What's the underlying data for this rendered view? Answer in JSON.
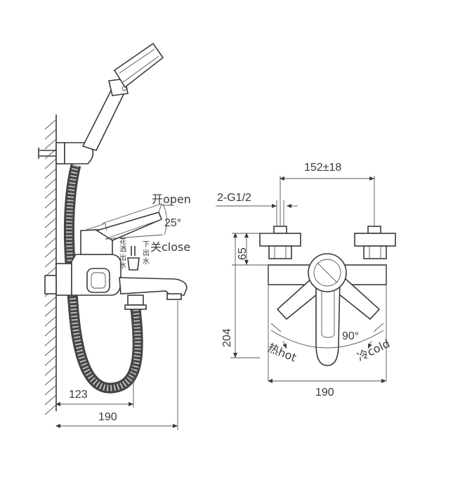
{
  "side_view": {
    "open_label": "开open",
    "angle_label": "25°",
    "close_label": "关close",
    "shower_outlet_label": [
      "花",
      "洒",
      "出",
      "水"
    ],
    "spout_outlet_label": [
      "下",
      "出",
      "水"
    ],
    "dim_inner": "123",
    "dim_outer": "190"
  },
  "front_view": {
    "thread_label": "2-G1/2",
    "spacing_label": "152±18",
    "height_small": "65",
    "height_total": "204",
    "rotation_label": "90°",
    "hot_label": "热hot",
    "cold_label": "冷cold",
    "width_label": "190"
  }
}
